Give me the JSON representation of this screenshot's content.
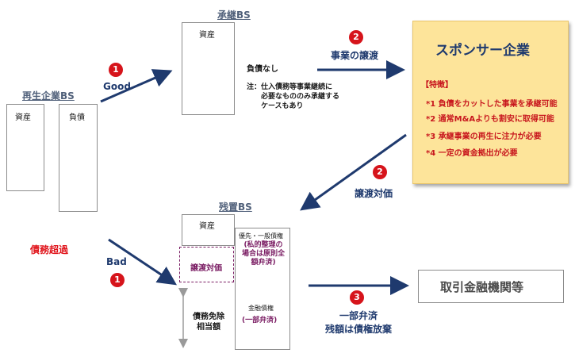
{
  "saisei_bs": {
    "title": "再生企業BS",
    "asset": "資産",
    "liability": "負債",
    "insolvency": "債務超過"
  },
  "shokei_bs": {
    "title": "承継BS",
    "asset": "資産",
    "no_debt": "負債なし",
    "note_lines": [
      "注：仕入債務等事業継続に",
      "必要なもののみ承継する",
      "ケースもあり"
    ]
  },
  "zanchi_bs": {
    "title": "残置BS",
    "asset": "資産",
    "transfer_price": "譲渡対価",
    "priority_debt": "優先・一般債権",
    "private_restructure_lines": [
      "(私的整理の",
      "場合は原則全",
      "額弁済)"
    ],
    "financial_debt": "金融債権",
    "partial": "(一部弁済)",
    "exemption_lines": [
      "債務免除",
      "相当額"
    ]
  },
  "flows": {
    "good": "Good",
    "bad": "Bad",
    "business_transfer": "事業の譲渡",
    "transfer_consideration": "譲渡対価",
    "repay_lines": [
      "一部弁済",
      "残額は債権放棄"
    ]
  },
  "badges": {
    "step1": "1",
    "step2": "2",
    "step3": "3"
  },
  "sponsor": {
    "title": "スポンサー企業",
    "features_heading": "【特徴】",
    "features": [
      "*1 負債をカットした事業を承継可能",
      "*2 通常M&Aよりも割安に取得可能",
      "*3 承継事業の再生に注力が必要",
      "*4 一定の資金拠出が必要"
    ]
  },
  "lender": {
    "label": "取引金融機関等"
  },
  "colors": {
    "navy": "#1f3a6e",
    "red": "#d6141b",
    "sponsor_bg": "#fde49a",
    "purple": "#7a1c63"
  }
}
